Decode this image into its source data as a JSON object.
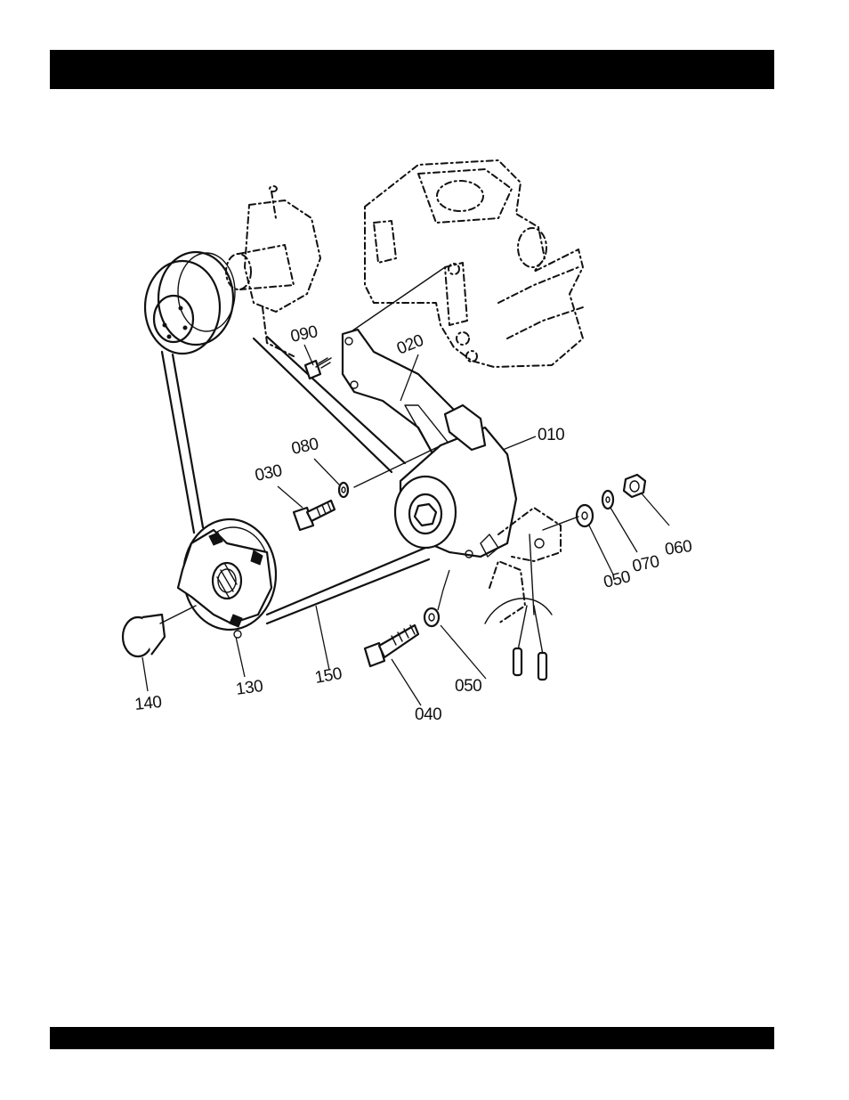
{
  "header": {
    "color": "#000000"
  },
  "footer": {
    "color": "#000000"
  },
  "diagram": {
    "labels": {
      "p010": "010",
      "p020": "020",
      "p030": "030",
      "p040": "040",
      "p050a": "050",
      "p050b": "050",
      "p060": "060",
      "p070": "070",
      "p080": "080",
      "p090": "090",
      "p130": "130",
      "p140": "140",
      "p150": "150"
    }
  }
}
